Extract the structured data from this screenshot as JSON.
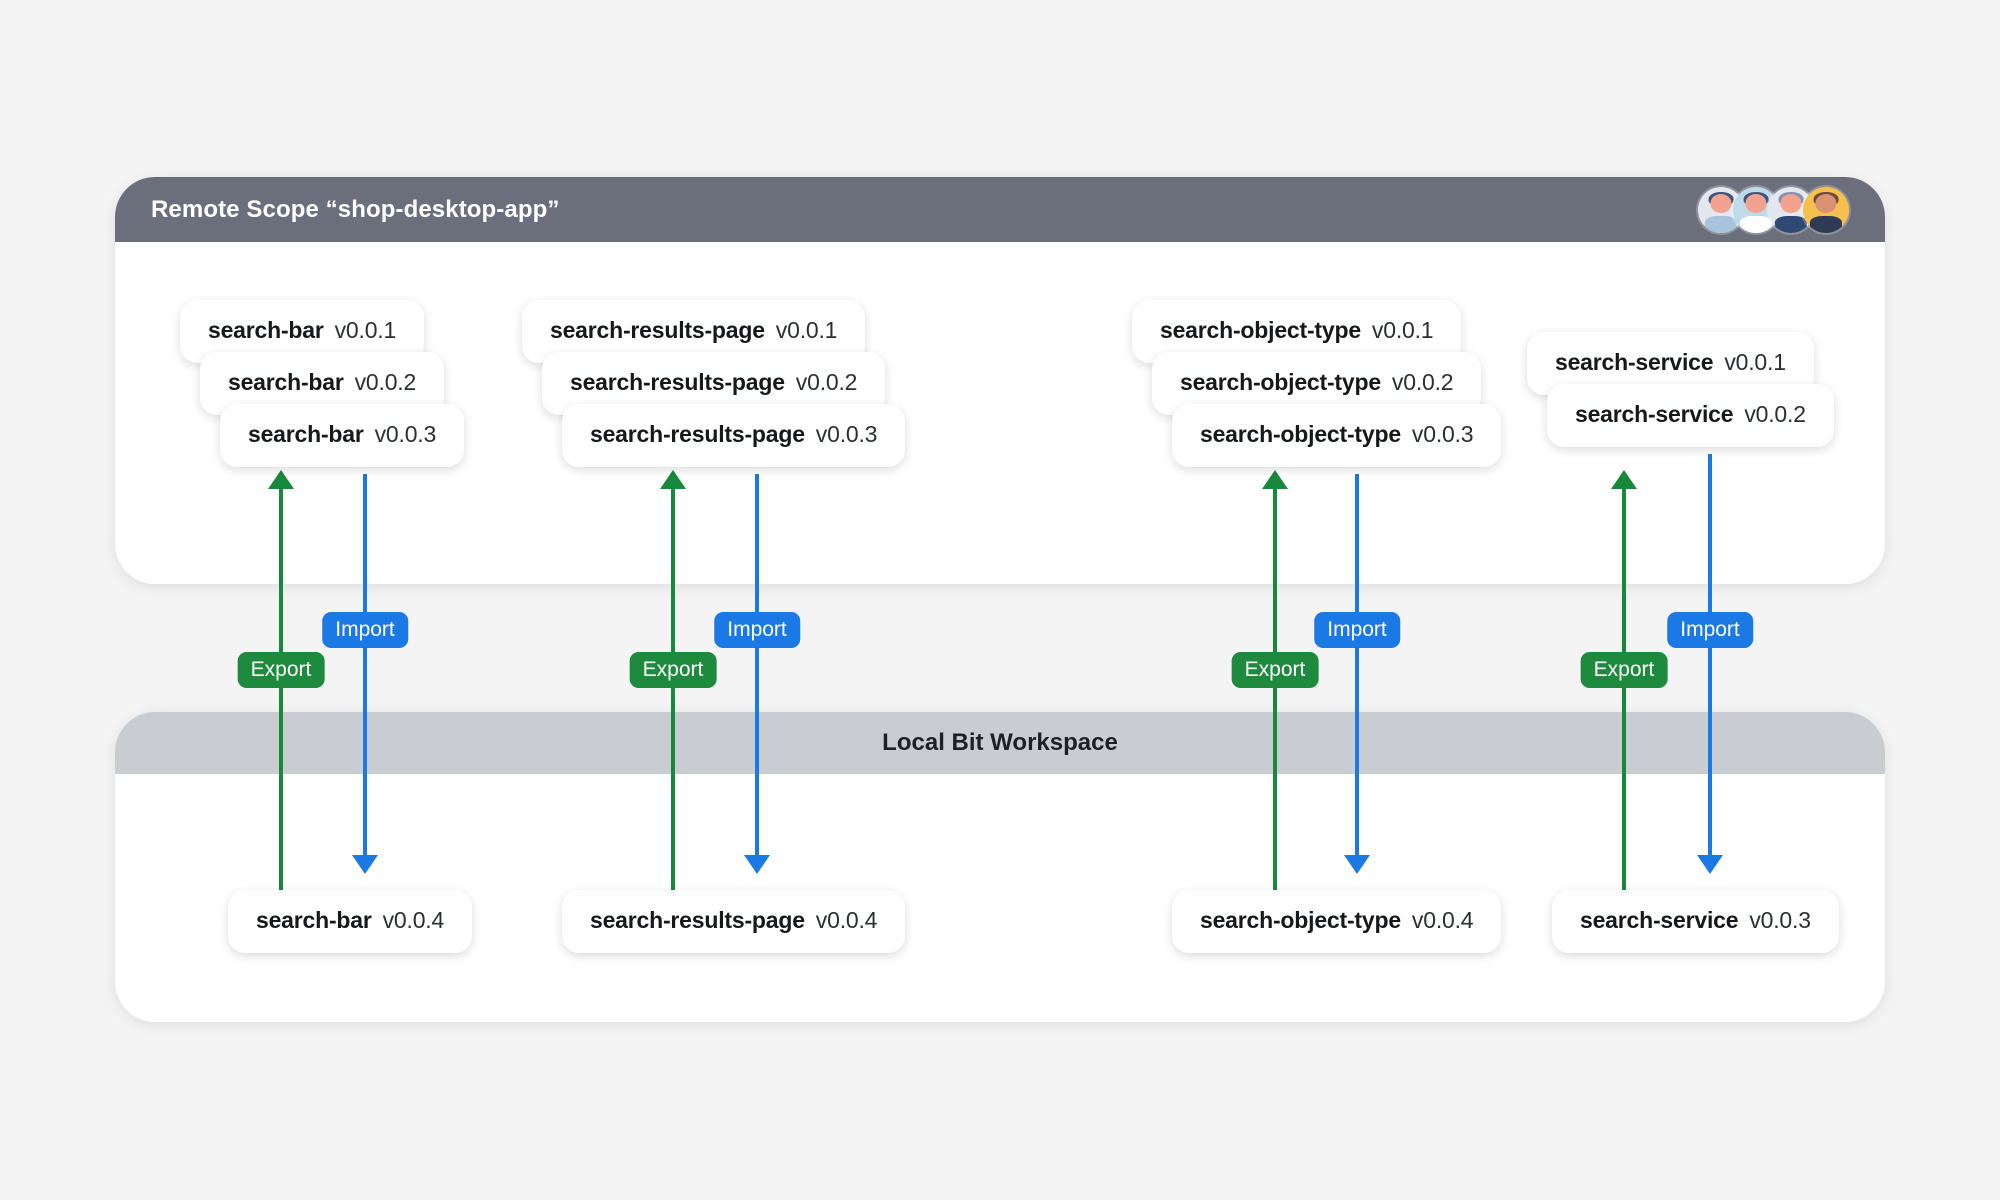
{
  "page": {
    "background_color": "#f4f4f4"
  },
  "remote_scope": {
    "title": "Remote Scope “shop-desktop-app”",
    "header_color": "#6b6e7b",
    "avatars": [
      {
        "name": "avatar-person-1",
        "bg": "#e4e7ef",
        "hair": "#3f5478",
        "skin": "#f2a28f",
        "body": "#a8c4dd"
      },
      {
        "name": "avatar-person-2",
        "bg": "#bfdbe8",
        "hair": "#3f5478",
        "skin": "#f2a28f",
        "body": "#ffffff"
      },
      {
        "name": "avatar-person-3",
        "bg": "#e4e7ef",
        "hair": "#7f93ad",
        "skin": "#f2a28f",
        "body": "#2f4a72"
      },
      {
        "name": "avatar-person-4",
        "bg": "#f6c04f",
        "hair": "#6d4b3a",
        "skin": "#d99274",
        "body": "#2f3a55"
      }
    ]
  },
  "local_workspace": {
    "title": "Local Bit Workspace",
    "header_color": "#c9cdd2"
  },
  "colors": {
    "export": "#1d8a3e",
    "import": "#1a79e4",
    "card_bg": "#ffffff"
  },
  "columns": [
    {
      "id": "search-bar",
      "remote_versions": [
        {
          "name": "search-bar",
          "version": "v0.0.1"
        },
        {
          "name": "search-bar",
          "version": "v0.0.2"
        },
        {
          "name": "search-bar",
          "version": "v0.0.3"
        }
      ],
      "local_version": {
        "name": "search-bar",
        "version": "v0.0.4"
      },
      "export_label": "Export",
      "import_label": "Import"
    },
    {
      "id": "search-results-page",
      "remote_versions": [
        {
          "name": "search-results-page",
          "version": "v0.0.1"
        },
        {
          "name": "search-results-page",
          "version": "v0.0.2"
        },
        {
          "name": "search-results-page",
          "version": "v0.0.3"
        }
      ],
      "local_version": {
        "name": "search-results-page",
        "version": "v0.0.4"
      },
      "export_label": "Export",
      "import_label": "Import"
    },
    {
      "id": "search-object-type",
      "remote_versions": [
        {
          "name": "search-object-type",
          "version": "v0.0.1"
        },
        {
          "name": "search-object-type",
          "version": "v0.0.2"
        },
        {
          "name": "search-object-type",
          "version": "v0.0.3"
        }
      ],
      "local_version": {
        "name": "search-object-type",
        "version": "v0.0.4"
      },
      "export_label": "Export",
      "import_label": "Import"
    },
    {
      "id": "search-service",
      "remote_versions": [
        {
          "name": "search-service",
          "version": "v0.0.1"
        },
        {
          "name": "search-service",
          "version": "v0.0.2"
        }
      ],
      "local_version": {
        "name": "search-service",
        "version": "v0.0.3"
      },
      "export_label": "Export",
      "import_label": "Import"
    }
  ]
}
